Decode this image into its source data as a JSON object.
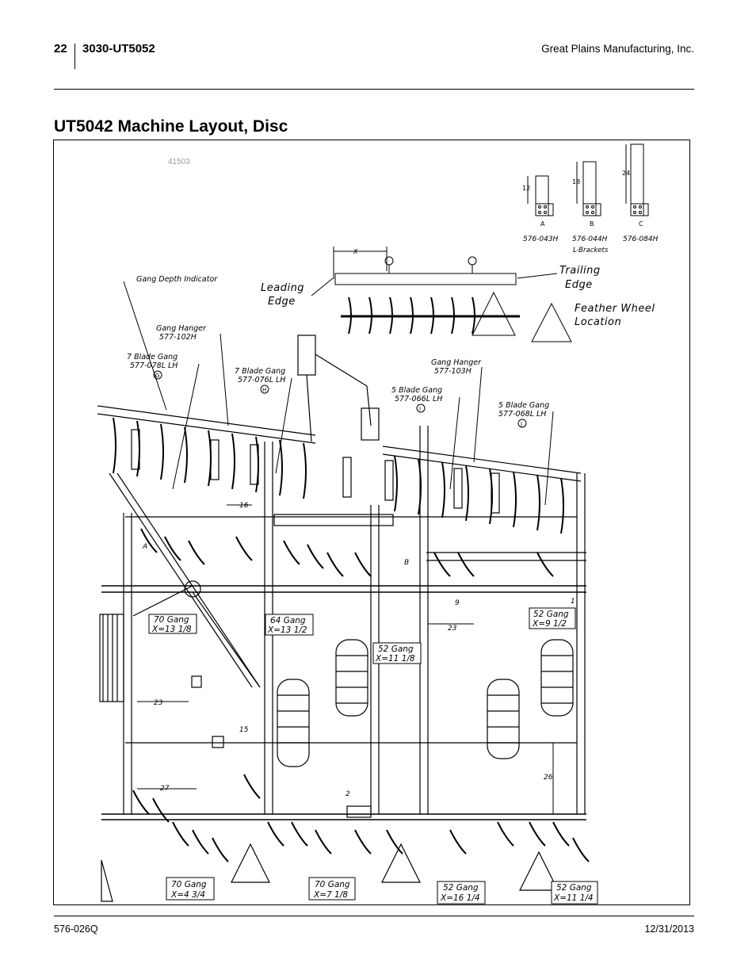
{
  "header": {
    "page_number": "22",
    "model": "3030-UT5052",
    "company": "Great Plains Manufacturing, Inc."
  },
  "title": "UT5042 Machine Layout, Disc",
  "figure": {
    "figure_number": "41503",
    "brackets": {
      "labels": [
        "A",
        "B",
        "C"
      ],
      "dims": [
        "12",
        "18",
        "24"
      ],
      "parts": [
        "576-043H",
        "576-044H",
        "576-084H"
      ],
      "caption": "L-Brackets"
    },
    "inset": {
      "x_label": "X",
      "leading_edge_1": "Leading",
      "leading_edge_2": "Edge",
      "trailing_edge_1": "Trailing",
      "trailing_edge_2": "Edge",
      "feather_1": "Feather Wheel",
      "feather_2": "Location"
    },
    "callouts": {
      "depth_indicator": "Gang Depth Indicator",
      "hanger_102_1": "Gang Hanger",
      "hanger_102_2": "577-102H",
      "blade7_076_1": "7 Blade Gang",
      "blade7_076_2": "577-078L LH",
      "letter_g": "G",
      "blade7_076b_1": "7 Blade Gang",
      "blade7_076b_2": "577-076L LH",
      "letter_h": "H",
      "hanger_103_1": "Gang Hanger",
      "hanger_103_2": "577-103H",
      "blade5_066_1": "5 Blade Gang",
      "blade5_066_2": "577-066L LH",
      "letter_i": "I",
      "blade5_068_1": "5 Blade Gang",
      "blade5_068_2": "577-068L LH",
      "letter_j": "J"
    },
    "gang_boxes": [
      {
        "l1": "70 Gang",
        "l2": "X=13 1/8"
      },
      {
        "l1": "64 Gang",
        "l2": "X=13 1/2"
      },
      {
        "l1": "52 Gang",
        "l2": "X=11 1/8"
      },
      {
        "l1": "52 Gang",
        "l2": "X=9 1/2"
      },
      {
        "l1": "70 Gang",
        "l2": "X=4 3/4"
      },
      {
        "l1": "70 Gang",
        "l2": "X=7 1/8"
      },
      {
        "l1": "52 Gang",
        "l2": "X=16 1/4"
      },
      {
        "l1": "52 Gang",
        "l2": "X=11 1/4"
      }
    ],
    "dimensions": {
      "d16": "16",
      "d9": "9",
      "d1": "1",
      "d26": "26",
      "d27": "27",
      "d2": "2",
      "d23a": "23",
      "d23b": "23",
      "d15": "15",
      "letter_a": "A",
      "letter_b": "B"
    }
  },
  "footer": {
    "doc_number": "576-026Q",
    "date": "12/31/2013"
  }
}
